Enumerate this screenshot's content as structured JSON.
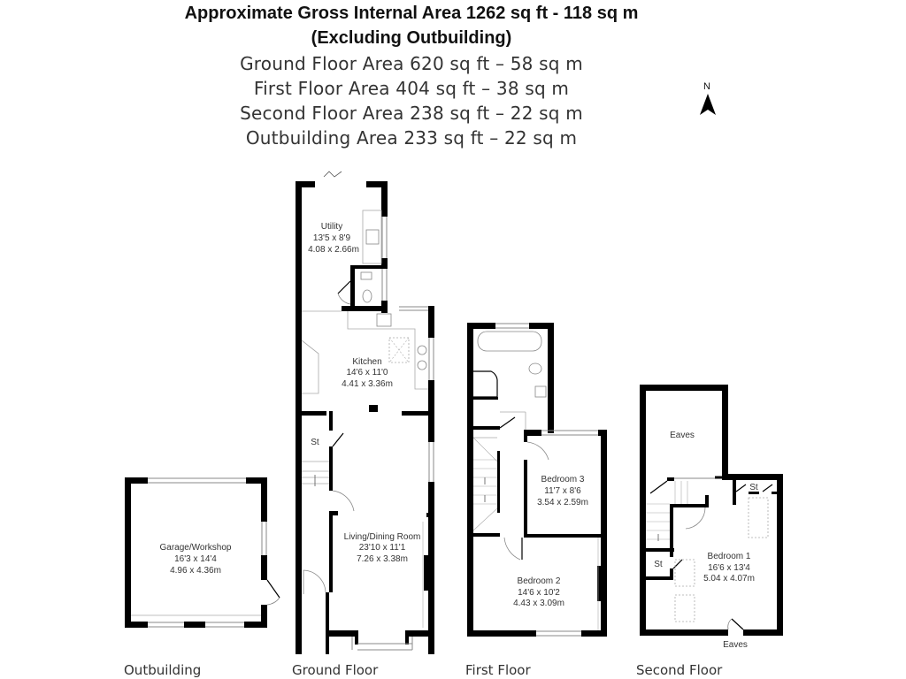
{
  "header": {
    "title": "Approximate Gross Internal Area 1262 sq ft - 118 sq m",
    "subtitle": "(Excluding Outbuilding)",
    "areas": [
      "Ground Floor Area 620 sq ft – 58 sq m",
      "First Floor Area 404 sq ft – 38 sq m",
      "Second Floor Area 238 sq ft – 22 sq m",
      "Outbuilding Area 233 sq ft – 22 sq m"
    ]
  },
  "compass": {
    "label": "N",
    "icon": "north-arrow-icon"
  },
  "floors": {
    "outbuilding": {
      "label": "Outbuilding",
      "rooms": [
        {
          "name": "Garage/Workshop",
          "imperial": "16'3 x 14'4",
          "metric": "4.96 x 4.36m"
        }
      ]
    },
    "ground": {
      "label": "Ground Floor",
      "rooms": [
        {
          "name": "Utility",
          "imperial": "13'5 x 8'9",
          "metric": "4.08 x 2.66m"
        },
        {
          "name": "Kitchen",
          "imperial": "14'6 x 11'0",
          "metric": "4.41 x 3.36m"
        },
        {
          "name": "St"
        },
        {
          "name": "Living/Dining Room",
          "imperial": "23'10 x 11'1",
          "metric": "7.26 x 3.38m"
        }
      ]
    },
    "first": {
      "label": "First Floor",
      "rooms": [
        {
          "name": "Bedroom 3",
          "imperial": "11'7 x 8'6",
          "metric": "3.54 x 2.59m"
        },
        {
          "name": "Bedroom 2",
          "imperial": "14'6 x 10'2",
          "metric": "4.43 x 3.09m"
        }
      ]
    },
    "second": {
      "label": "Second Floor",
      "rooms": [
        {
          "name": "Eaves"
        },
        {
          "name": "St"
        },
        {
          "name": "St"
        },
        {
          "name": "Bedroom 1",
          "imperial": "16'6 x 13'4",
          "metric": "5.04 x 4.07m"
        },
        {
          "name": "Eaves"
        }
      ]
    }
  },
  "colors": {
    "wall": "#000000",
    "fixture": "#888888",
    "text": "#333333",
    "background": "#ffffff"
  }
}
